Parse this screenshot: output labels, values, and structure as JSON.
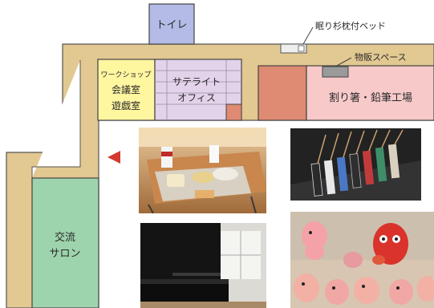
{
  "rooms": {
    "toilet": "トイレ",
    "workshop": [
      "ワークショップ",
      "会議室",
      "遊戯室"
    ],
    "satellite": [
      "サテライト",
      "オフィス"
    ],
    "chopsticks": "割り箸・鉛筆工場",
    "lounge": [
      "交流",
      "サロン"
    ]
  },
  "callouts": {
    "bed": "眠り杉枕付ベッド",
    "shop": "物販スペース"
  },
  "colors": {
    "corridor": "#e2c891",
    "workshop": "#fff6a0",
    "satellite": "#e2d2ea",
    "toilet": "#b3bbe6",
    "factory": "#f7c9c9",
    "factory_dark": "#df8a72",
    "lounge": "#9ed4ad",
    "marker": "#d23a2f"
  },
  "photos": {
    "lunch": "school-lunch-tray-photo",
    "chopsticks": "chopsticks-photo",
    "piano": "piano-photo",
    "mascots": "mascot-dolls-photo"
  }
}
